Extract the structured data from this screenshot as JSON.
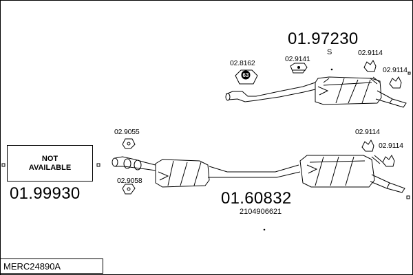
{
  "title": "MERC24890A",
  "upper_assembly": {
    "part_number": "01.97230",
    "suffix": "S",
    "components": {
      "hanger_left": "02.8162",
      "rubber_mount": "02.9141",
      "clamp_a": "02.9114",
      "clamp_b": "02.9114",
      "clamp_badge": "63"
    }
  },
  "lower_assembly": {
    "part_number": "01.60832",
    "oem_number": "2104906621",
    "components": {
      "mount_top": "02.9055",
      "mount_bottom": "02.9058",
      "clamp_a": "02.9114",
      "clamp_b": "02.9114"
    }
  },
  "front_section": {
    "status_line1": "NOT",
    "status_line2": "AVAILABLE",
    "part_number": "01.99930"
  }
}
